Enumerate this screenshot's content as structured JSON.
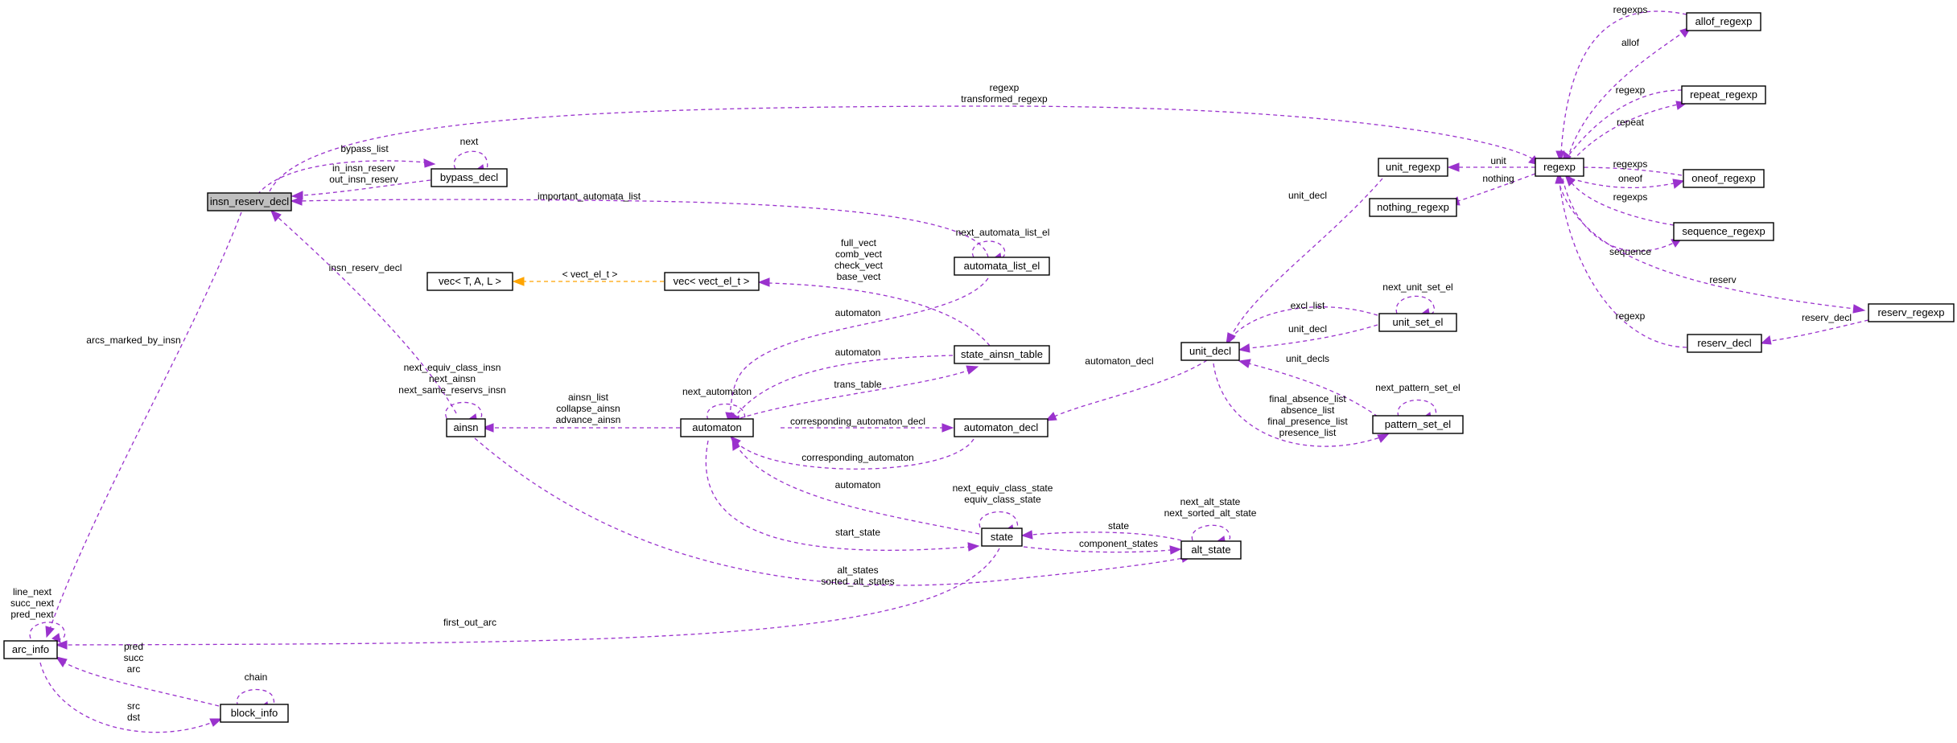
{
  "diagram": {
    "nodes": {
      "insn_reserv_decl": "insn_reserv_decl",
      "bypass_decl": "bypass_decl",
      "vec_T_A_L": "vec< T, A, L >",
      "vec_vect_el_t": "vec< vect_el_t >",
      "automata_list_el": "automata_list_el",
      "state_ainsn_table": "state_ainsn_table",
      "automaton": "automaton",
      "automaton_decl": "automaton_decl",
      "ainsn": "ainsn",
      "state": "state",
      "alt_state": "alt_state",
      "arc_info": "arc_info",
      "block_info": "block_info",
      "unit_decl": "unit_decl",
      "unit_set_el": "unit_set_el",
      "pattern_set_el": "pattern_set_el",
      "unit_regexp": "unit_regexp",
      "nothing_regexp": "nothing_regexp",
      "regexp": "regexp",
      "allof_regexp": "allof_regexp",
      "repeat_regexp": "repeat_regexp",
      "oneof_regexp": "oneof_regexp",
      "sequence_regexp": "sequence_regexp",
      "reserv_regexp": "reserv_regexp",
      "reserv_decl": "reserv_decl"
    },
    "edge_labels": {
      "regexp_to_insn": [
        "regexp",
        "transformed_regexp"
      ],
      "bypass_list": [
        "bypass_list"
      ],
      "bypass_back": [
        "in_insn_reserv",
        "out_insn_reserv"
      ],
      "bypass_next": [
        "next"
      ],
      "important_automata_list": [
        "important_automata_list"
      ],
      "insn_reserv_decl_from_ainsn": [
        "insn_reserv_decl"
      ],
      "arcs_marked_by_insn": [
        "arcs_marked_by_insn"
      ],
      "vect_el_t": [
        "< vect_el_t >"
      ],
      "vect_to_table": [
        "full_vect",
        "comb_vect",
        "check_vect",
        "base_vect"
      ],
      "next_automata_list_el": [
        "next_automata_list_el"
      ],
      "automaton_from_list_el": [
        "automaton"
      ],
      "automaton_from_table": [
        "automaton"
      ],
      "trans_table": [
        "trans_table"
      ],
      "next_automaton": [
        "next_automaton"
      ],
      "ainsn_self": [
        "next_equiv_class_insn",
        "next_ainsn",
        "next_same_reservs_insn"
      ],
      "ainsn_list": [
        "ainsn_list",
        "collapse_ainsn",
        "advance_ainsn"
      ],
      "corresponding_automaton_decl": [
        "corresponding_automaton_decl"
      ],
      "corresponding_automaton": [
        "corresponding_automaton"
      ],
      "automaton_from_state": [
        "automaton"
      ],
      "start_state": [
        "start_state"
      ],
      "state_self": [
        "next_equiv_class_state",
        "equiv_class_state"
      ],
      "state_from_alt": [
        "state"
      ],
      "component_states": [
        "component_states"
      ],
      "alt_state_self": [
        "next_alt_state",
        "next_sorted_alt_state"
      ],
      "alt_states": [
        "alt_states",
        "sorted_alt_states"
      ],
      "first_out_arc": [
        "first_out_arc"
      ],
      "arc_info_self": [
        "line_next",
        "succ_next",
        "pred_next"
      ],
      "arc_from_block": [
        "pred",
        "succ",
        "arc"
      ],
      "block_from_arc": [
        "src",
        "dst"
      ],
      "chain": [
        "chain"
      ],
      "automaton_decl": [
        "automaton_decl"
      ],
      "unit_decl_from_unit_regexp": [
        "unit_decl"
      ],
      "excl_list": [
        "excl_list"
      ],
      "unit_decl_from_set_el": [
        "unit_decl"
      ],
      "next_unit_set_el": [
        "next_unit_set_el"
      ],
      "unit_decls": [
        "unit_decls"
      ],
      "pattern_lists": [
        "final_absence_list",
        "absence_list",
        "final_presence_list",
        "presence_list"
      ],
      "next_pattern_set_el": [
        "next_pattern_set_el"
      ],
      "unit": [
        "unit"
      ],
      "nothing": [
        "nothing"
      ],
      "regexps_allof": [
        "regexps"
      ],
      "allof": [
        "allof"
      ],
      "regexp_repeat": [
        "regexp"
      ],
      "repeat": [
        "repeat"
      ],
      "regexps_oneof": [
        "regexps"
      ],
      "oneof": [
        "oneof"
      ],
      "regexps_sequence": [
        "regexps"
      ],
      "sequence": [
        "sequence"
      ],
      "reserv": [
        "reserv"
      ],
      "regexp_from_reserv_decl": [
        "regexp"
      ],
      "reserv_decl": [
        "reserv_decl"
      ]
    },
    "colors": {
      "usage_edge": "#9a32cd",
      "template_edge": "#ffa500",
      "highlight_fill": "#bfbfbf"
    }
  }
}
